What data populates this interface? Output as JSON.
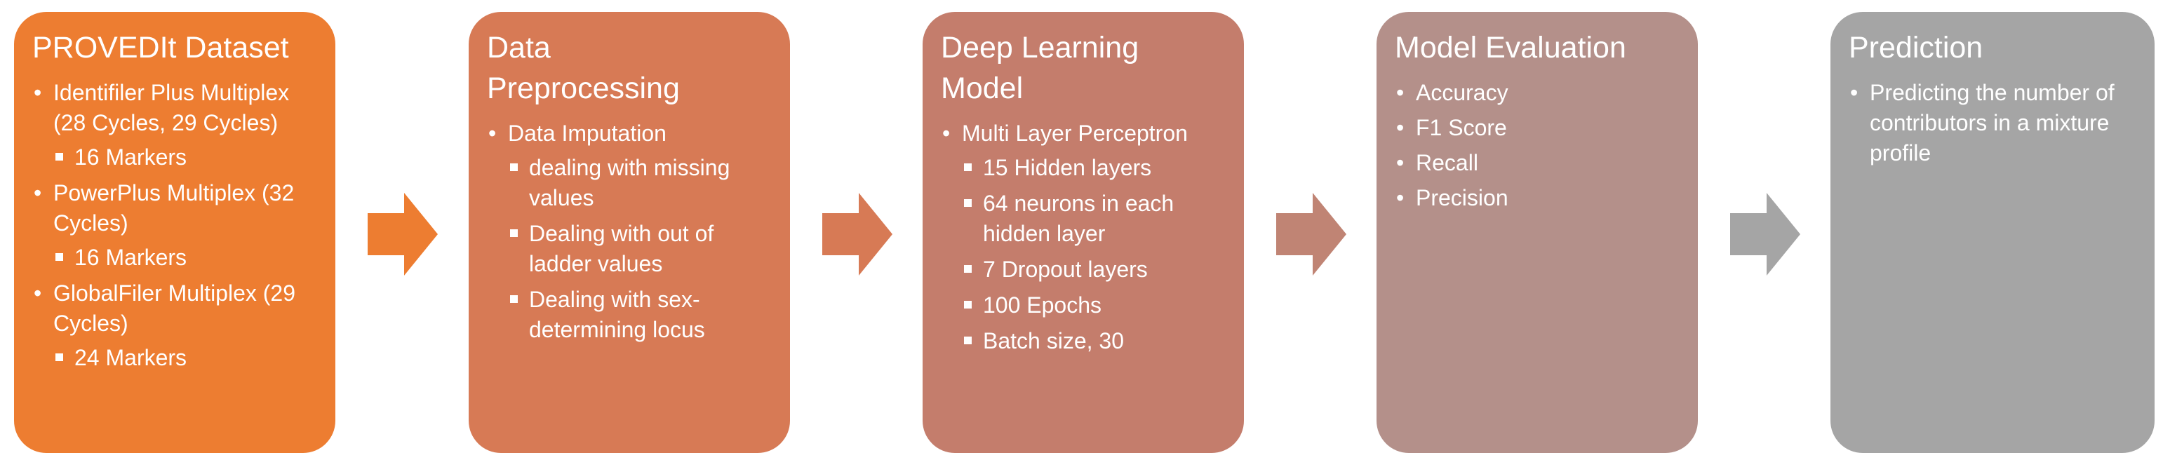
{
  "stages": [
    {
      "title": "PROVEDIt Dataset",
      "color": "#ED7D31",
      "items": [
        {
          "text": "Identifiler Plus Multiplex (28 Cycles, 29 Cycles)",
          "sub": [
            "16 Markers"
          ]
        },
        {
          "text": "PowerPlus Multiplex (32 Cycles)",
          "sub": [
            "16 Markers"
          ]
        },
        {
          "text": "GlobalFiler Multiplex (29 Cycles)",
          "sub": [
            "24 Markers"
          ]
        }
      ]
    },
    {
      "title": "Data\nPreprocessing",
      "color": "#D77A55",
      "items": [
        {
          "text": "Data Imputation",
          "sub": [
            "dealing with missing values",
            "Dealing with out of ladder values",
            "Dealing with sex-determining locus"
          ]
        }
      ]
    },
    {
      "title": "Deep Learning\nModel",
      "color": "#C47D6C",
      "items": [
        {
          "text": "Multi Layer Perceptron",
          "sub": [
            "15 Hidden layers",
            "64 neurons in each hidden layer",
            "7 Dropout layers",
            "100 Epochs",
            "Batch size, 30"
          ]
        }
      ]
    },
    {
      "title": "Model Evaluation",
      "color": "#B4908A",
      "items": [
        {
          "text": "Accuracy",
          "sub": []
        },
        {
          "text": "F1 Score",
          "sub": []
        },
        {
          "text": "Recall",
          "sub": []
        },
        {
          "text": "Precision",
          "sub": []
        }
      ]
    },
    {
      "title": "Prediction",
      "color": "#A5A5A5",
      "items": [
        {
          "text": "Predicting the number of contributors in a mixture profile",
          "sub": []
        }
      ]
    }
  ],
  "arrows": [
    {
      "color": "#ED7D31"
    },
    {
      "color": "#D77A55"
    },
    {
      "color": "#C08474"
    },
    {
      "color": "#A5A5A5"
    }
  ],
  "icons": {
    "bullet": "round-bullet-icon",
    "sub_bullet": "square-bullet-icon",
    "connector": "arrow-right-icon"
  }
}
